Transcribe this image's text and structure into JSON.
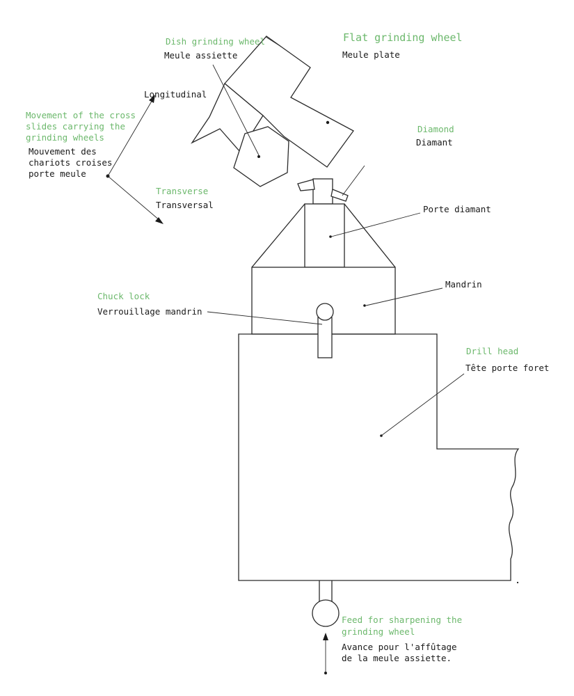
{
  "labels": {
    "dish_wheel_en": "Dish grinding wheel",
    "dish_wheel_fr": "Meule assiette",
    "flat_wheel_en": "Flat grinding wheel",
    "flat_wheel_fr": "Meule plate",
    "longitudinal": "Longitudinal",
    "cross_slides_en_1": "Movement of the cross",
    "cross_slides_en_2": "slides carrying the",
    "cross_slides_en_3": "grinding wheels",
    "cross_slides_fr_1": "Mouvement des",
    "cross_slides_fr_2": "chariots croises",
    "cross_slides_fr_3": "porte meule",
    "transverse_en": "Transverse",
    "transverse_fr": "Transversal",
    "diamond_en": "Diamond",
    "diamond_fr": "Diamant",
    "diamond_holder_fr": "Porte diamant",
    "chuck_fr": "Mandrin",
    "chuck_lock_en": "Chuck lock",
    "chuck_lock_fr": "Verrouillage mandrin",
    "drill_head_en": "Drill head",
    "drill_head_fr": "Tête porte foret",
    "feed_en_1": "Feed for sharpening the",
    "feed_en_2": "grinding wheel",
    "feed_fr_1": "Avance pour l'affûtage",
    "feed_fr_2": "de la meule assiette."
  },
  "colors": {
    "english_label": "#6cb86c",
    "french_label": "#1a1a1a",
    "line": "#2a2a2a"
  }
}
